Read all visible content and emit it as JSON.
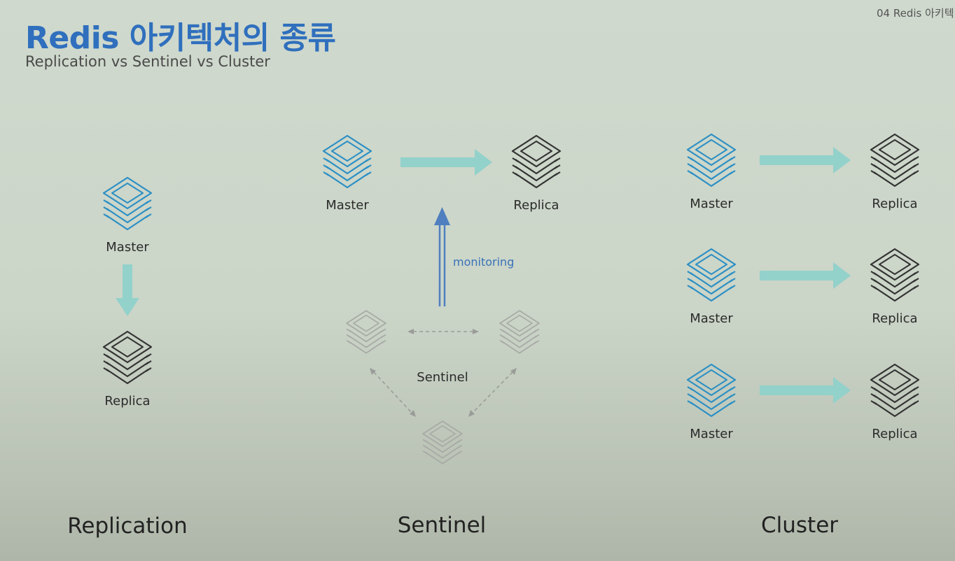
{
  "header": {
    "title": "Redis 아키텍처의 종류",
    "subtitle": "Replication vs Sentinel vs Cluster",
    "page_ref": "04 Redis 아키텍"
  },
  "replication": {
    "section_label": "Replication",
    "master_label": "Master",
    "replica_label": "Replica"
  },
  "sentinel": {
    "section_label": "Sentinel",
    "master_label": "Master",
    "replica_label": "Replica",
    "monitoring_label": "monitoring",
    "sentinel_label": "Sentinel"
  },
  "cluster": {
    "section_label": "Cluster",
    "pairs": [
      {
        "master_label": "Master",
        "replica_label": "Replica"
      },
      {
        "master_label": "Master",
        "replica_label": "Replica"
      },
      {
        "master_label": "Master",
        "replica_label": "Replica"
      }
    ]
  },
  "colors": {
    "title": "#2f6fbd",
    "master_icon": "#2b8fc4",
    "replica_icon": "#333333",
    "sentinel_icon": "#a8aaa6",
    "data_arrow": "#93d1cb",
    "monitoring_arrow": "#4f7fbf"
  },
  "icons": {
    "master": "layers-stack-icon",
    "replica": "layers-stack-icon",
    "sentinel": "layers-stack-icon"
  }
}
